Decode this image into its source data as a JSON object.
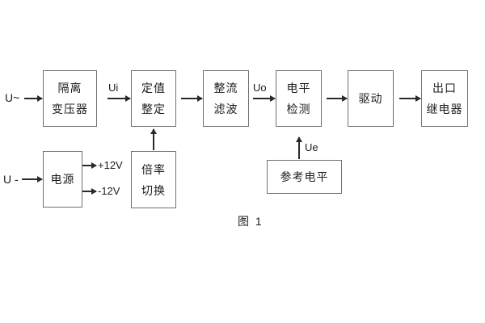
{
  "diagram": {
    "caption": "图 1",
    "inputs": {
      "ac": "U~",
      "dc": "U -"
    },
    "signals": {
      "ui": "Ui",
      "uo": "Uo",
      "ue": "Ue",
      "rail_pos": "+12V",
      "rail_neg": "-12V"
    },
    "blocks": {
      "isolation": {
        "line1": "隔离",
        "line2": "变压器"
      },
      "setting": {
        "line1": "定值",
        "line2": "整定"
      },
      "rectifier": {
        "line1": "整流",
        "line2": "滤波"
      },
      "level_detect": {
        "line1": "电平",
        "line2": "检测"
      },
      "drive": {
        "line1": "驱动"
      },
      "output_relay": {
        "line1": "出口",
        "line2": "继电器"
      },
      "power": {
        "line1": "电源"
      },
      "multiplier": {
        "line1": "倍率",
        "line2": "切换"
      },
      "reference": {
        "line1": "参考电平"
      }
    },
    "colors": {
      "line": "#2a2a2a",
      "box_border": "#707070",
      "text": "#1c1c1c",
      "background": "#ffffff"
    }
  }
}
